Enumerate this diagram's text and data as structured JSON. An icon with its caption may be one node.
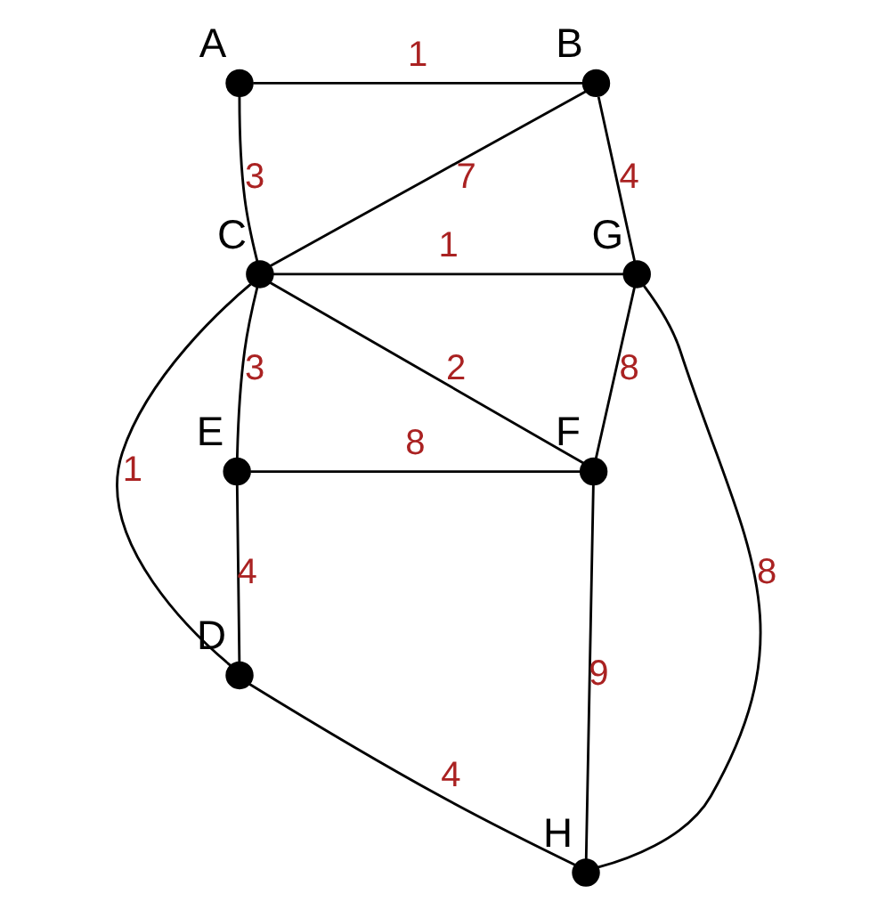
{
  "diagram": {
    "nodes": [
      {
        "text": [],
        "shape": "circle",
        "beside": [
          "A"
        ]
      },
      {
        "text": [],
        "shape": "circle",
        "beside": [
          "B"
        ]
      },
      {
        "text": [],
        "shape": "circle",
        "beside": [
          "C"
        ]
      },
      {
        "text": [],
        "shape": "circle",
        "beside": [
          "D"
        ]
      },
      {
        "text": [],
        "shape": "circle",
        "beside": [
          "E"
        ]
      },
      {
        "text": [],
        "shape": "circle",
        "beside": [
          "F"
        ]
      },
      {
        "text": [],
        "shape": "circle",
        "beside": [
          "G"
        ]
      },
      {
        "text": [],
        "shape": "circle",
        "beside": [
          "H"
        ]
      }
    ],
    "edges": [
      {
        "from": 0,
        "to": 1,
        "arrow": "none",
        "label": "1"
      },
      {
        "from": 0,
        "to": 2,
        "arrow": "none",
        "label": "3"
      },
      {
        "from": 1,
        "to": 2,
        "arrow": "none",
        "label": "7"
      },
      {
        "from": 1,
        "to": 6,
        "arrow": "none",
        "label": "4"
      },
      {
        "from": 2,
        "to": 6,
        "arrow": "none",
        "label": "1"
      },
      {
        "from": 2,
        "to": 4,
        "arrow": "none",
        "label": "3"
      },
      {
        "from": 2,
        "to": 5,
        "arrow": "none",
        "label": "2"
      },
      {
        "from": 2,
        "to": 3,
        "arrow": "none",
        "label": "1"
      },
      {
        "from": 4,
        "to": 5,
        "arrow": "none",
        "label": "8"
      },
      {
        "from": 4,
        "to": 3,
        "arrow": "none",
        "label": "4"
      },
      {
        "from": 5,
        "to": 6,
        "arrow": "none",
        "label": "8"
      },
      {
        "from": 5,
        "to": 7,
        "arrow": "none",
        "label": "9"
      },
      {
        "from": 3,
        "to": 7,
        "arrow": "none",
        "label": "4"
      },
      {
        "from": 6,
        "to": 7,
        "arrow": "none",
        "label": "8"
      }
    ]
  }
}
